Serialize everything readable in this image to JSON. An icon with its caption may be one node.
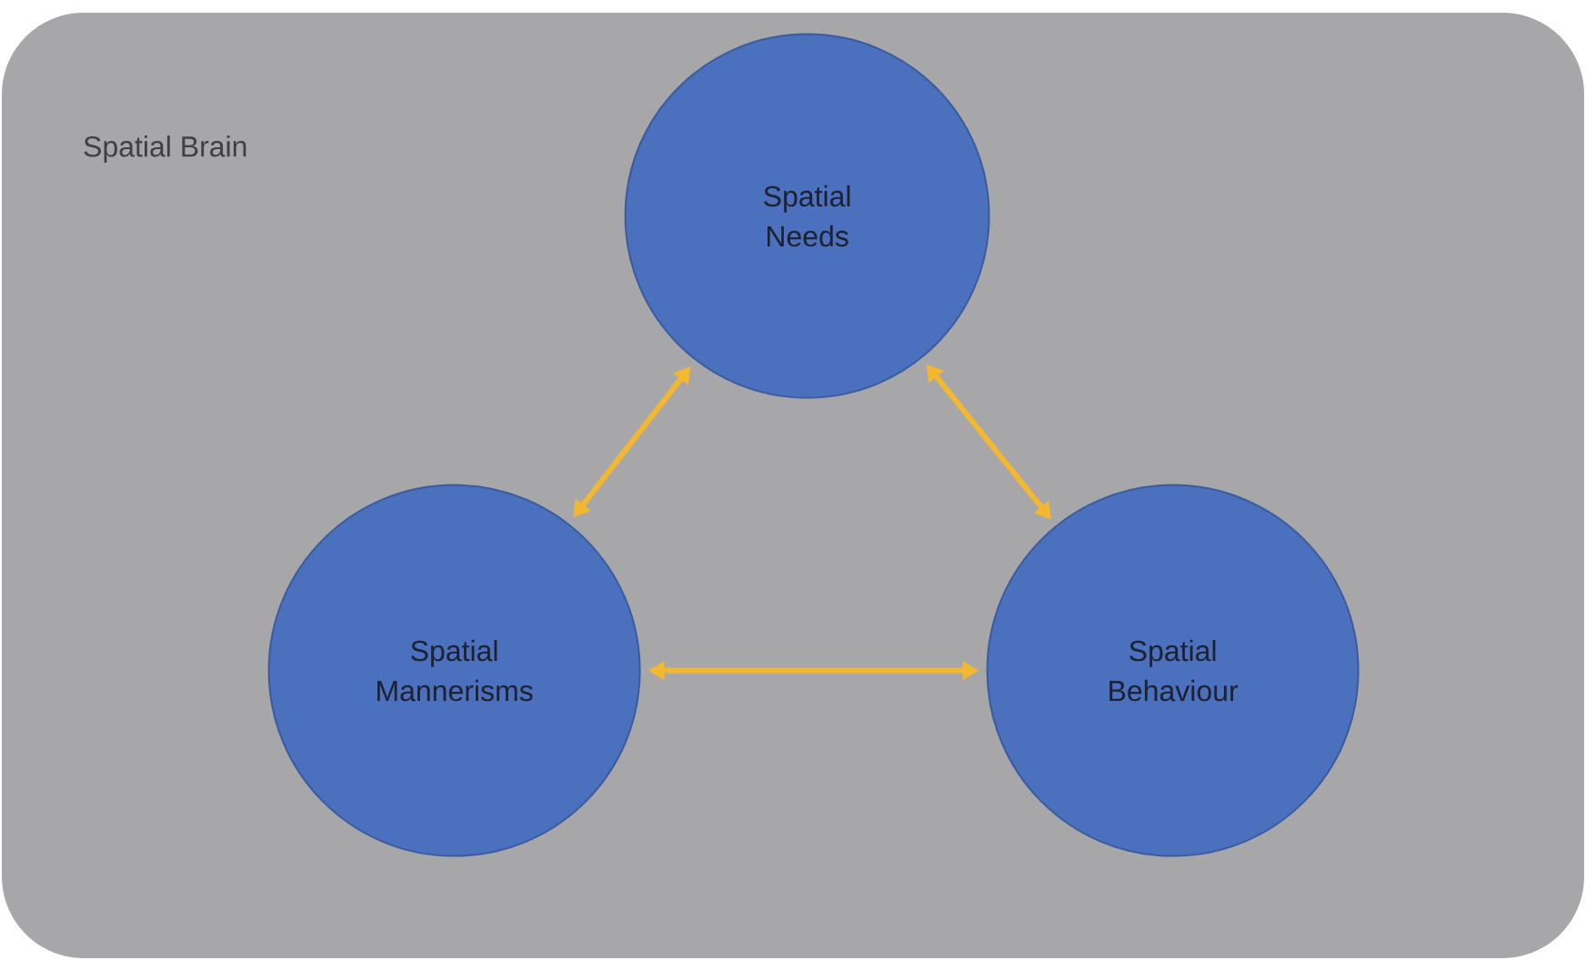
{
  "diagram": {
    "nodes": [
      {
        "text": [
          "Spatial Brain"
        ]
      },
      {
        "text": [
          "Spatial Needs"
        ],
        "in": 0
      },
      {
        "text": [
          "Spatial Mannerisms"
        ],
        "in": 0
      },
      {
        "text": [
          "Spatial Behaviour"
        ],
        "in": 0
      }
    ],
    "edges": [
      {
        "from": 1,
        "to": 2,
        "arrow": "both"
      },
      {
        "from": 1,
        "to": 3,
        "arrow": "both"
      },
      {
        "from": 2,
        "to": 3,
        "arrow": "both"
      }
    ]
  }
}
